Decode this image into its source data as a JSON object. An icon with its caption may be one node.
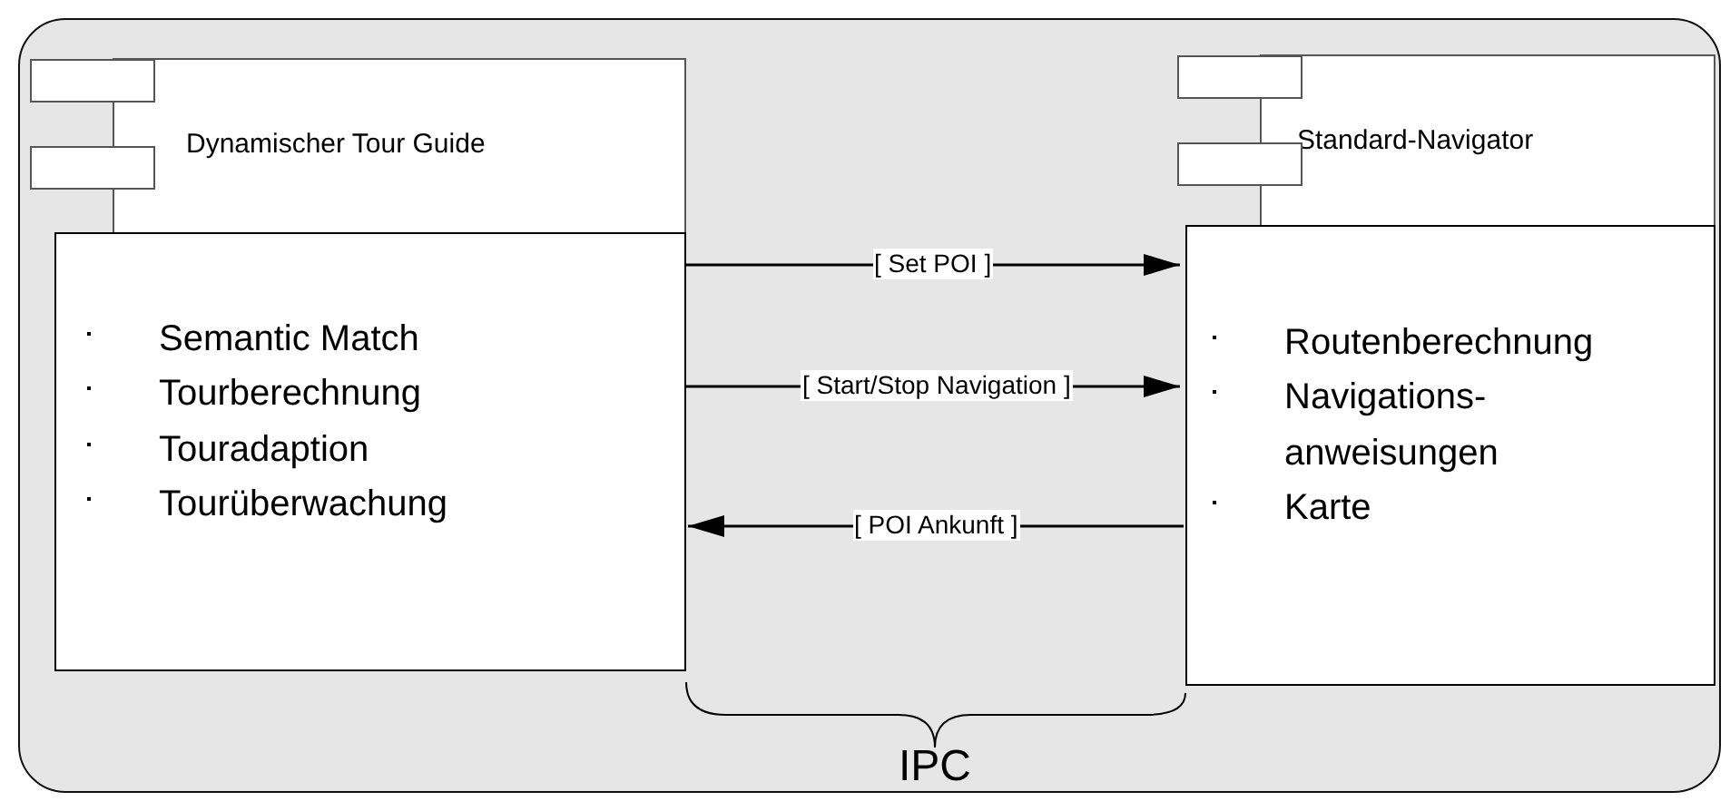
{
  "diagram": {
    "nodes": [
      {
        "text": [],
        "shape": "box"
      },
      {
        "text": [
          "Dynamischer Tour Guide"
        ],
        "in": 0
      },
      {
        "text": [
          "Semantic Match",
          "Tourberechnung",
          "Touradaption",
          "Tourüberwachung"
        ],
        "in": 0
      },
      {
        "text": [
          "Standard-Navigator"
        ],
        "in": 0
      },
      {
        "text": [
          "Routenberechnung",
          "Navigations- anweisungen",
          "Karte"
        ],
        "in": 0
      }
    ],
    "edges": [
      {
        "from": 2,
        "to": 4,
        "arrow": "to",
        "label": "[ Set POI ]"
      },
      {
        "from": 2,
        "to": 4,
        "arrow": "to",
        "label": "[ Start/Stop Navigation ]"
      },
      {
        "from": 4,
        "to": 2,
        "arrow": "to",
        "label": "[ POI Ankunft ]"
      }
    ],
    "labels": [
      "IPC"
    ]
  }
}
